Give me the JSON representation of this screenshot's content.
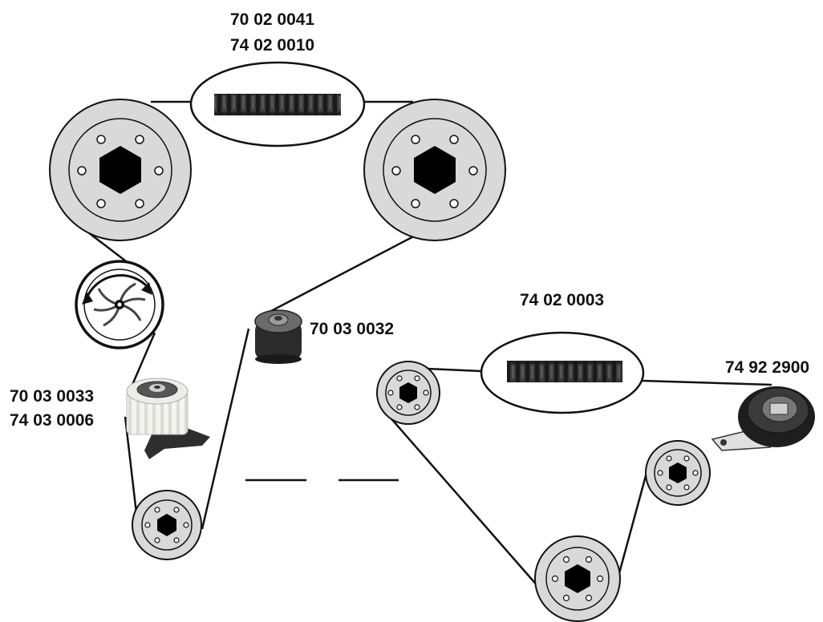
{
  "labels": {
    "top_belt_1": "70 02 0041",
    "top_belt_2": "74 02 0010",
    "idler": "70 03 0032",
    "tensioner_1": "70 03 0033",
    "tensioner_2": "74 03 0006",
    "right_belt": "74 02 0003",
    "right_tensioner": "74 92 2900"
  },
  "colors": {
    "pulley_fill": "#d9d9d9",
    "hub_fill": "#000000",
    "belt_line": "#111111",
    "roller_dark": "#2b2b2b"
  },
  "icons": {
    "water_pump": "water-pump-icon",
    "pulley": "pulley-icon"
  }
}
